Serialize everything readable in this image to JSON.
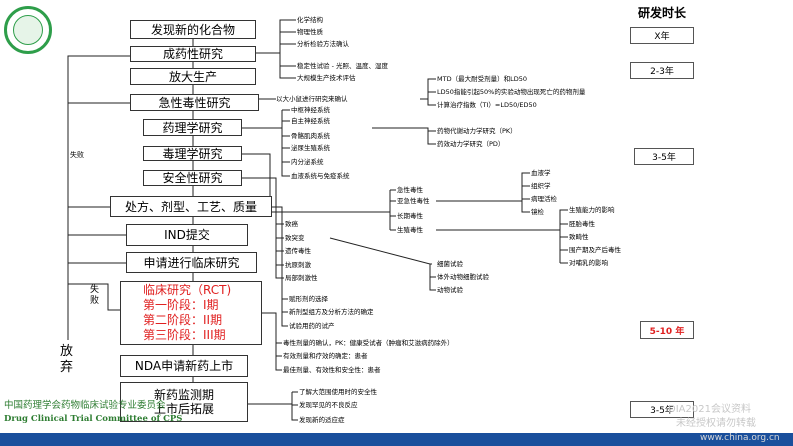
{
  "header": {
    "time_label": "研发时长"
  },
  "steps": {
    "discover": "发现新的化合物",
    "drug_study": "成药性研究",
    "scale_up": "放大生产",
    "acute_tox": "急性毒性研究",
    "pharmacology": "药理学研究",
    "toxicology": "毒理学研究",
    "safety": "安全性研究",
    "formulation": "处方、剂型、工艺、质量",
    "ind": "IND提交",
    "apply_trial": "申请进行临床研究",
    "clinical": {
      "title": "临床研究（RCT)",
      "phase1": "第一阶段：I期",
      "phase2": "第二阶段：II期",
      "phase3": "第三阶段：III期"
    },
    "nda": "NDA申请新药上市",
    "post_market": {
      "line1": "新药监测期",
      "line2": "上市后拓展"
    }
  },
  "side": {
    "fail1": "失败",
    "fail2_a": "失",
    "fail2_b": "败",
    "abandon_a": "放",
    "abandon_b": "弃"
  },
  "durations": {
    "d1": "X年",
    "d2": "2-3年",
    "d3": "3-5年",
    "d4": "5-10 年",
    "d5": "3-5年"
  },
  "notes": {
    "drug_study": [
      "化学结构",
      "物理性质",
      "分析检验方法确认",
      "稳定性试验 - 光照、温度、湿度",
      "大规模生产技术评估"
    ],
    "acute_lead": "以大小鼠进行研究来确认",
    "acute": [
      "MTD（最大耐受剂量）和LD50",
      "LD50指能引起50%的实验动物出现死亡的药物剂量",
      "计算治疗指数（TI）=LD50/ED50"
    ],
    "pharmacology": [
      "中枢神经系统",
      "自主神经系统",
      "骨骼肌肉系统",
      "泌尿生殖系统",
      "内分泌系统",
      "血液系统与免疫系统"
    ],
    "pk": [
      "药物代谢动力学研究（PK）",
      "药效动力学研究（PD）"
    ],
    "tox": [
      "急性毒性",
      "亚急性毒性",
      "长期毒性",
      "生殖毒性"
    ],
    "tox_sub": [
      "血液学",
      "组织学",
      "病理活检",
      "镜检"
    ],
    "repro": [
      "生殖能力的影响",
      "胚胎毒性",
      "致畸性",
      "围产期及产后毒性",
      "对哺乳的影响"
    ],
    "safety": [
      "致癌",
      "致突变",
      "遗传毒性",
      "抗原刺激",
      "局部刺激性"
    ],
    "mutation": [
      "细菌试验",
      "体外动物细胞试验",
      "动物试验"
    ],
    "formulation": [
      "赋形剂的选择",
      "新剂型组方及分析方法的确定",
      "试验用药的试产"
    ],
    "clinical": [
      "毒性剂量的确认，PK：健康受试者（肿瘤和艾滋病药除外）",
      "有效剂量和疗效的确定：患者",
      "最佳剂量、有效性和安全性：患者"
    ],
    "post": [
      "了解大范围使用时的安全性",
      "发现罕见的不良反应",
      "发现新的适应症"
    ]
  },
  "footer": {
    "org_cn": "中国药理学会药物临床试验专业委员会",
    "org_en": "Drug Clinical Trial Committee of CPS"
  },
  "watermark": {
    "line1": "DIA2021会议资料",
    "line2": "未经授权请勿转载",
    "line3": "www.china.org.cn"
  }
}
